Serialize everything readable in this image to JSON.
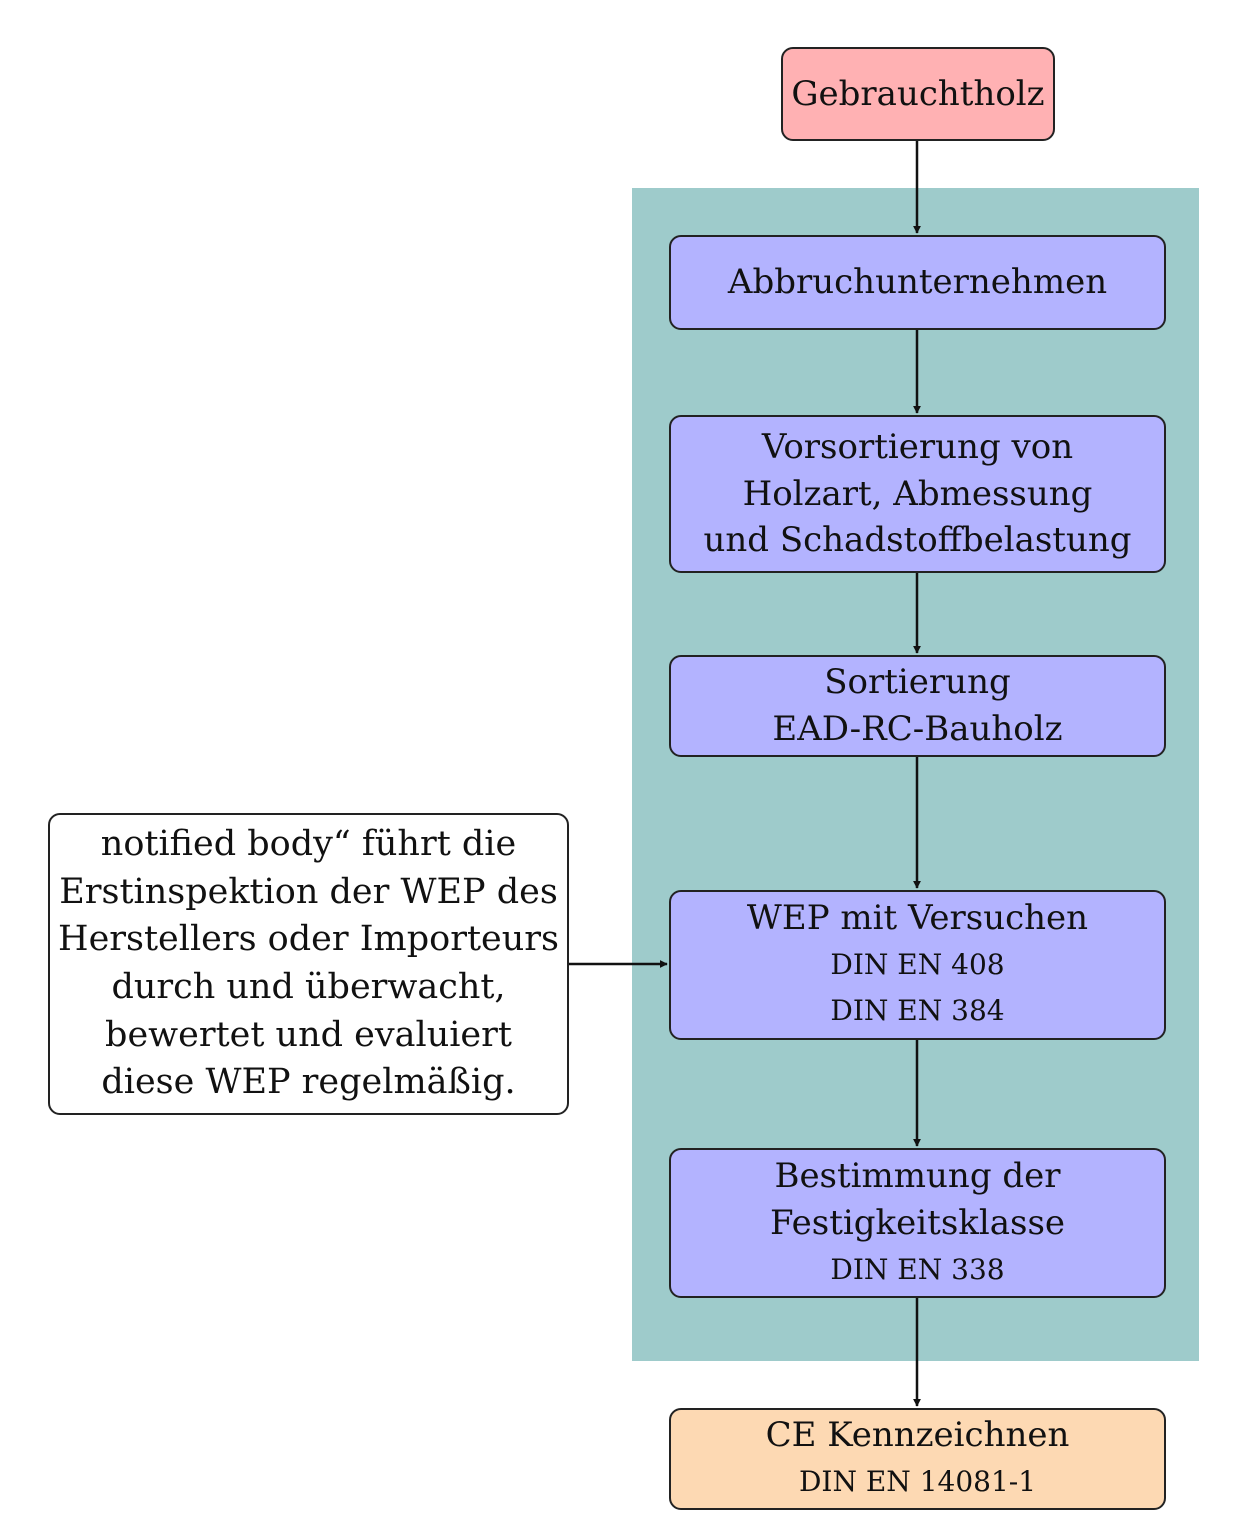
{
  "nodes": {
    "start": {
      "text": "Gebrauchtholz"
    },
    "abbruch": {
      "text": "Abbruchunternehmen"
    },
    "vorsortierung": {
      "lines": [
        "Vorsortierung von",
        "Holzart, Abmessung",
        "und Schadstoffbelastung"
      ]
    },
    "sortierung": {
      "lines": [
        "Sortierung",
        "EAD-RC-Bauholz"
      ]
    },
    "wep": {
      "title": "WEP mit Versuchen",
      "norms": [
        "DIN EN 408",
        "DIN EN 384"
      ]
    },
    "bestimmung": {
      "lines": [
        "Bestimmung der",
        "Festigkeitsklasse"
      ],
      "norm": "DIN EN 338"
    },
    "ce": {
      "title": "CE Kennzeichnen",
      "norm": "DIN EN 14081-1"
    },
    "note": {
      "lines": [
        "notified body“ führt die",
        "Erstinspektion der WEP des",
        "Herstellers oder Importeurs",
        "durch und überwacht,",
        "bewertet und evaluiert",
        "diese WEP regelmäßig."
      ]
    }
  },
  "colors": {
    "start_fill": "#ffb1b3",
    "process_fill": "#b3b3ff",
    "end_fill": "#fdd9b3",
    "region_fill": "#9ecbcb",
    "note_fill": "#ffffff",
    "stroke": "#222222"
  }
}
